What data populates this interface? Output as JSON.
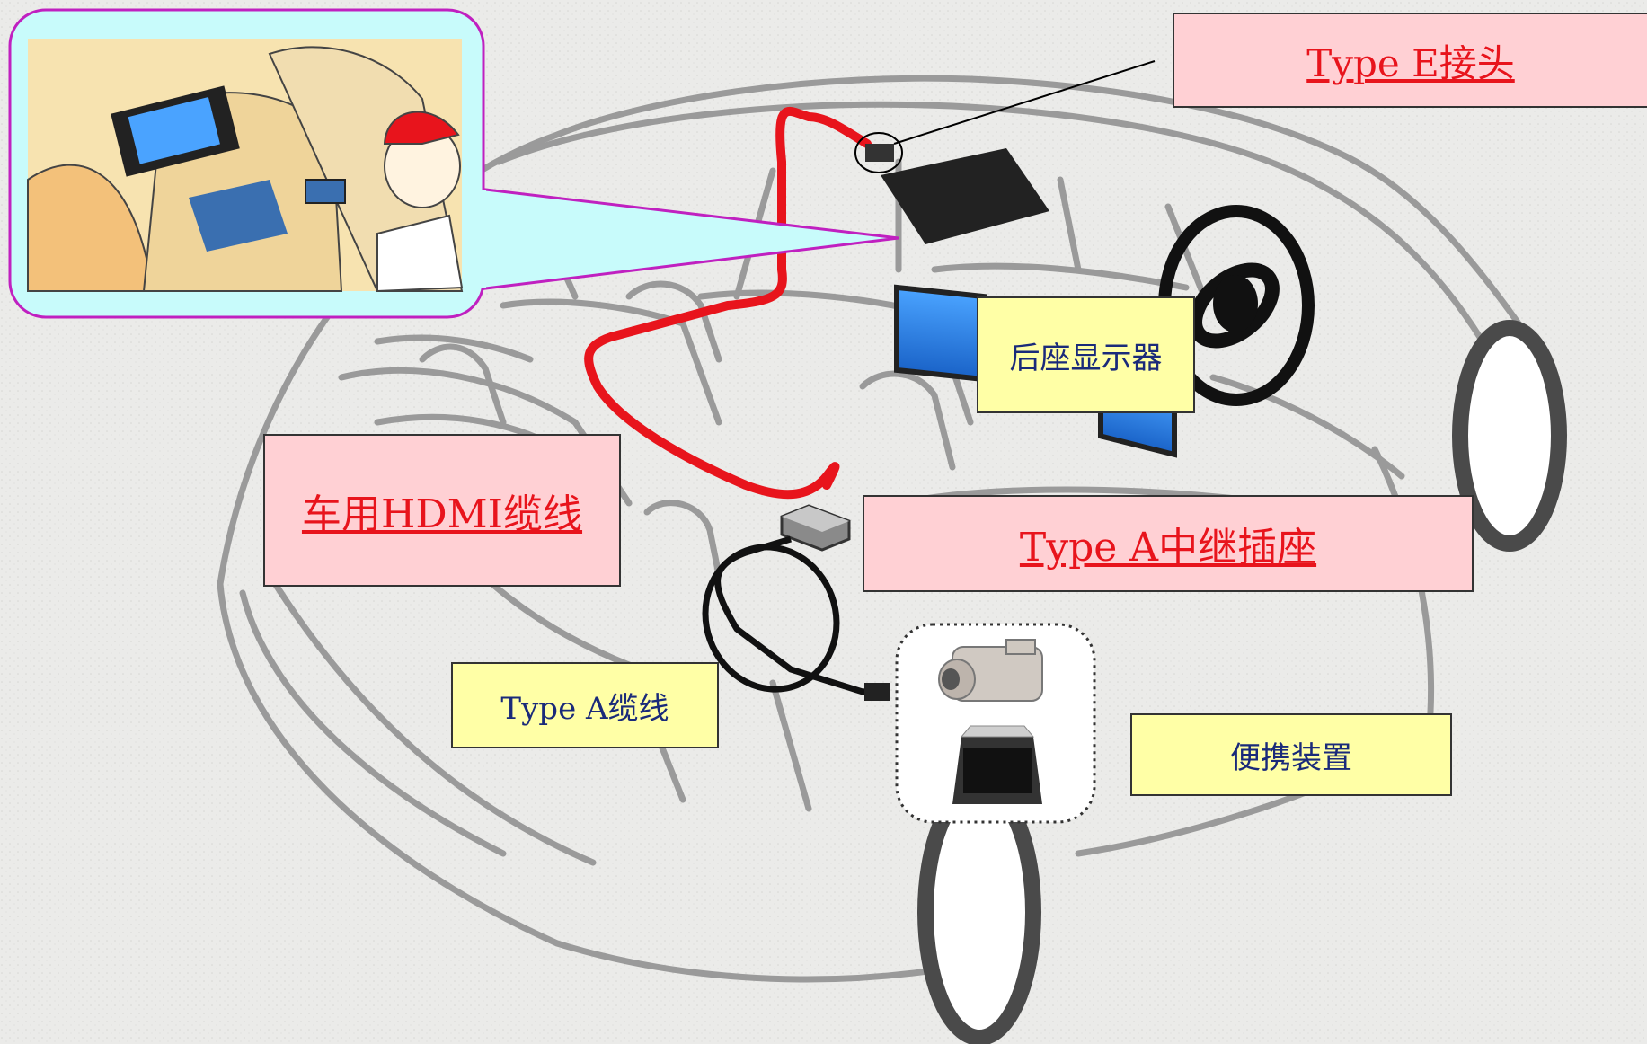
{
  "labels": {
    "type_e_connector": "Type E接头",
    "rear_display": "后座显示器",
    "car_hdmi_cable": "车用HDMI缆线",
    "type_a_relay_socket": "Type A中继插座",
    "type_a_cable": "Type A缆线",
    "portable_device": "便携装置"
  },
  "colors": {
    "background": "#e9e9e7",
    "hdmi_cable": "#e8141c",
    "pink_label": "#ffd0d4",
    "yellow_label": "#ffffa6",
    "label_text": "#1a2a7a",
    "screen": "#2a7fe0",
    "callout_border": "#c020c0",
    "callout_fill": "#c8fbfb"
  }
}
